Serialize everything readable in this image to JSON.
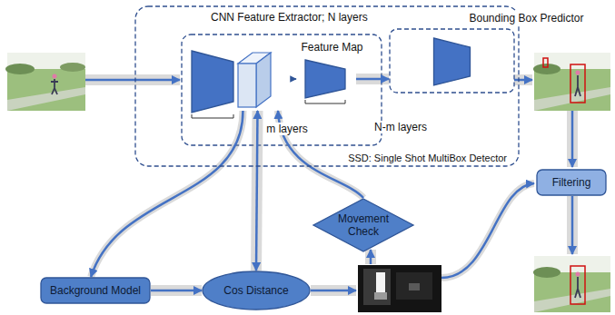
{
  "diagram": {
    "nodes": [
      {
        "text": [
          "CNN Feature Extractor; N layers",
          "SSD: Single Shot MultiBox Detector"
        ]
      },
      {
        "text": [
          "m layers"
        ],
        "in": 0
      },
      {
        "text": [
          "Feature Map"
        ],
        "in": 0
      },
      {
        "text": [
          "N-m layers"
        ],
        "in": 0
      },
      {
        "text": [
          "Bounding Box Predictor"
        ],
        "in": 0
      },
      {
        "text": [
          "Filtering"
        ]
      },
      {
        "text": [
          "Movement Check"
        ]
      },
      {
        "text": [
          "Background Model"
        ]
      },
      {
        "text": [
          "Cos Distance"
        ]
      }
    ],
    "edges": [
      {
        "from": 2,
        "to": 3,
        "arrow": "to"
      },
      {
        "from": 3,
        "to": 4,
        "arrow": "to"
      },
      {
        "from": 2,
        "to": 7,
        "arrow": "to"
      },
      {
        "from": 2,
        "to": 8,
        "arrow": "both"
      },
      {
        "from": 7,
        "to": 8,
        "arrow": "to"
      },
      {
        "from": 6,
        "to": 2,
        "arrow": "to"
      }
    ]
  }
}
